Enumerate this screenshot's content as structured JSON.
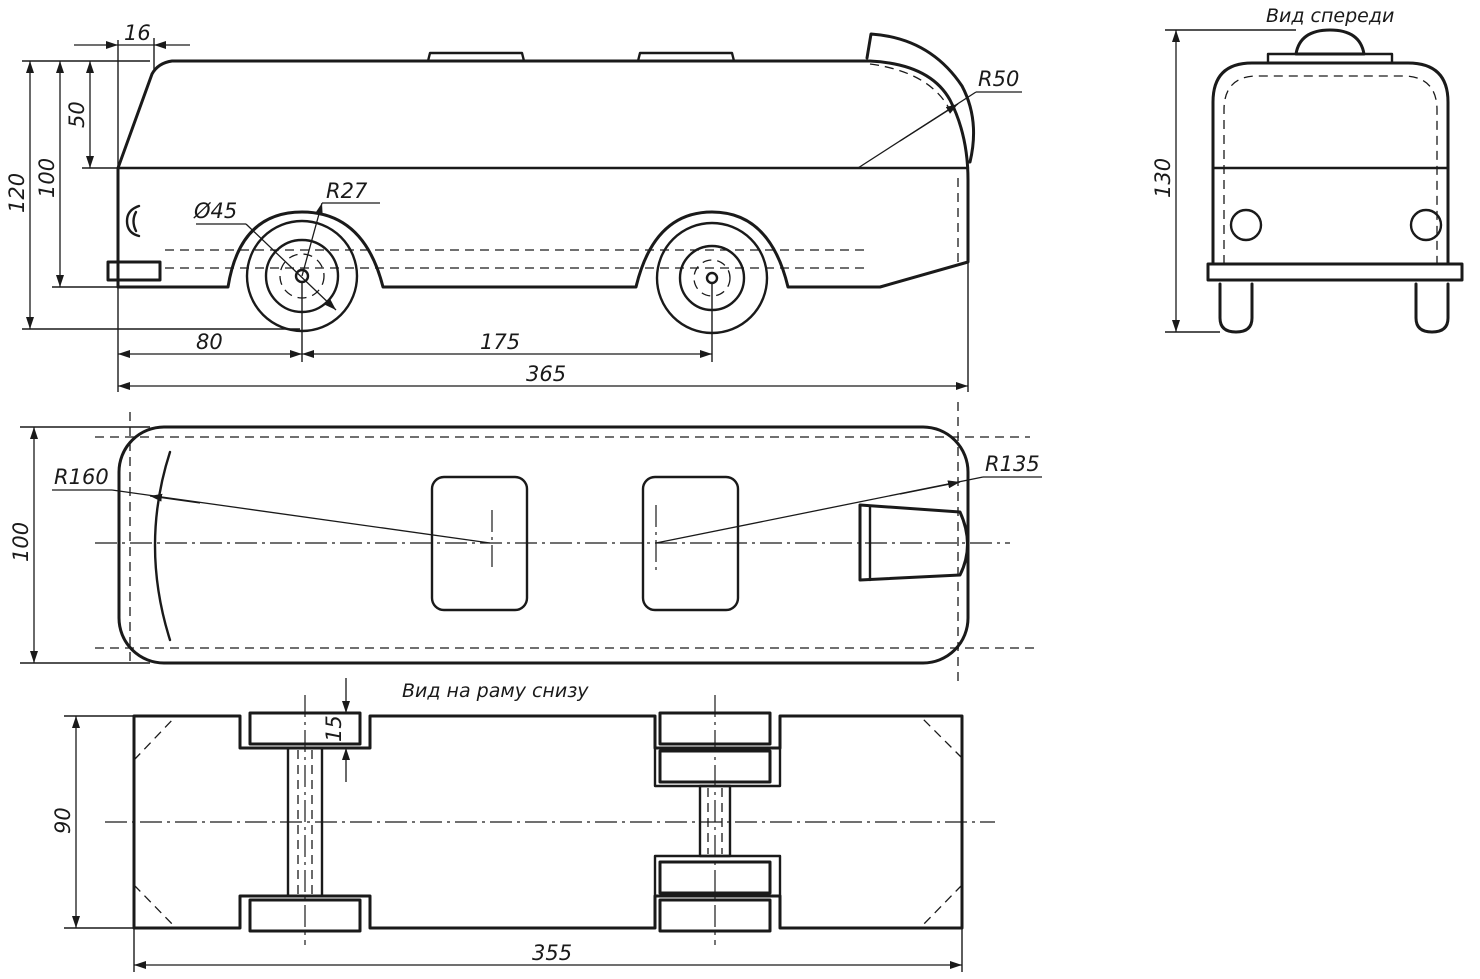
{
  "views": {
    "front_title": "Вид спереди",
    "frame_title": "Вид на раму снизу"
  },
  "dimensions": {
    "side_16": "16",
    "side_50": "50",
    "side_100": "100",
    "side_120": "120",
    "side_r50": "R50",
    "side_d45": "Ø45",
    "side_r27": "R27",
    "side_80": "80",
    "side_175": "175",
    "side_365": "365",
    "front_130": "130",
    "top_r160": "R160",
    "top_r135": "R135",
    "top_100": "100",
    "frame_15": "15",
    "frame_90": "90",
    "frame_355": "355"
  },
  "colors": {
    "ink": "#1a1a1a",
    "paper": "#ffffff"
  }
}
